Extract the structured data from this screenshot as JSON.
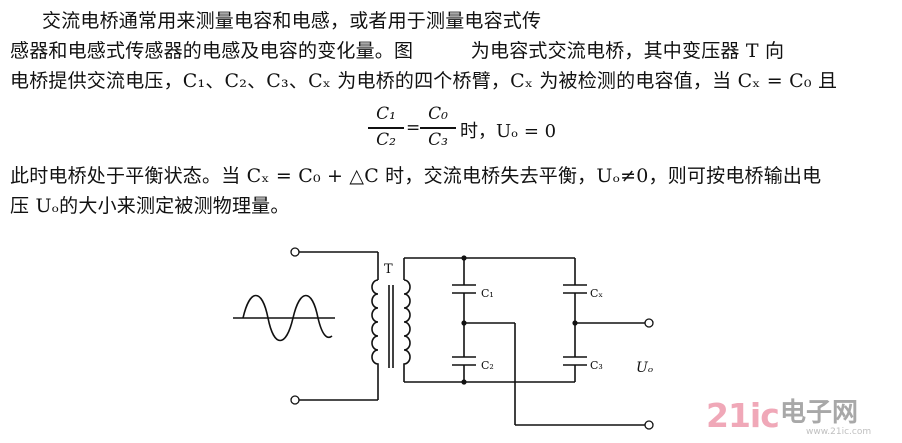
{
  "paragraph": {
    "line1": "交流电桥通常用来测量电容和电感，或者用于测量电容式传",
    "line2": "感器和电感式传感器的电感及电容的变化量。图　　　为电容式交流电桥，其中变压器 T 向",
    "line3": "电桥提供交流电压，C₁、C₂、C₃、Cₓ 为电桥的四个桥臂，Cₓ 为被检测的电容值，当 Cₓ = C₀ 且",
    "line5": "此时电桥处于平衡状态。当 Cₓ = C₀ + △C 时，交流电桥失去平衡，Uₒ≠0，则可按电桥输出电",
    "line6": "压 Uₒ的大小来测定被测物理量。"
  },
  "formula": {
    "frac1_num": "C₁",
    "frac1_den": "C₂",
    "equals": "=",
    "frac2_num": "C₀",
    "frac2_den": "C₃",
    "tail": "时，Uₒ = 0"
  },
  "circuit": {
    "transformer_label": "T",
    "c1": "C₁",
    "c2": "C₂",
    "c3": "C₃",
    "cx": "Cₓ",
    "output_label": "Uₒ"
  },
  "watermark": {
    "brand": "21ic",
    "cn": "电子网",
    "url": "www.21ic.com"
  }
}
